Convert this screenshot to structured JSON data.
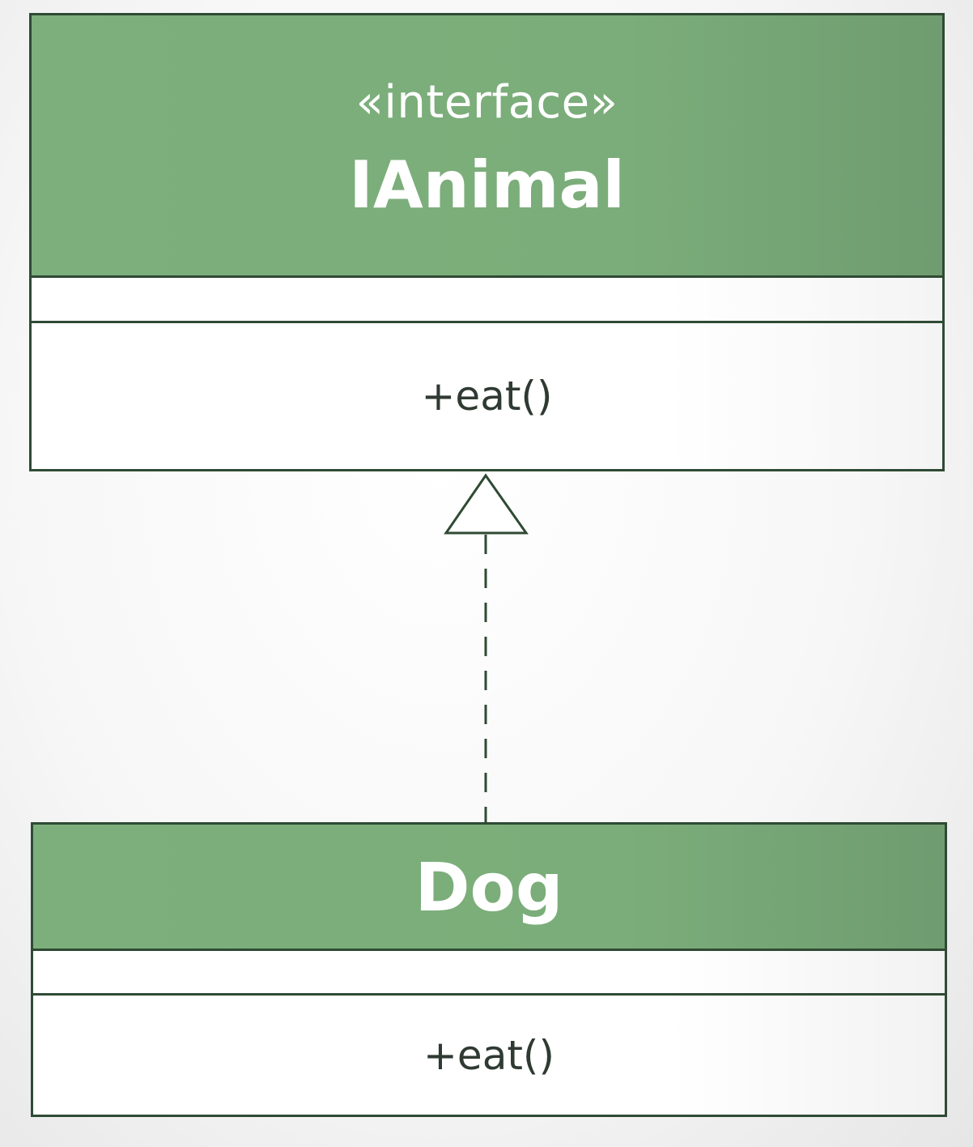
{
  "diagram": {
    "interface_class": {
      "stereotype": "«interface»",
      "name": "IAnimal",
      "operations": [
        "+eat()"
      ]
    },
    "implementing_class": {
      "name": "Dog",
      "operations": [
        "+eat()"
      ]
    },
    "relationship": {
      "type": "realization",
      "from": "Dog",
      "to": "IAnimal"
    },
    "colors": {
      "header_green": "#7daf7c",
      "outline_dark_green": "#2f4a34",
      "header_text": "#ffffff",
      "body_text": "#2f3a32"
    }
  }
}
